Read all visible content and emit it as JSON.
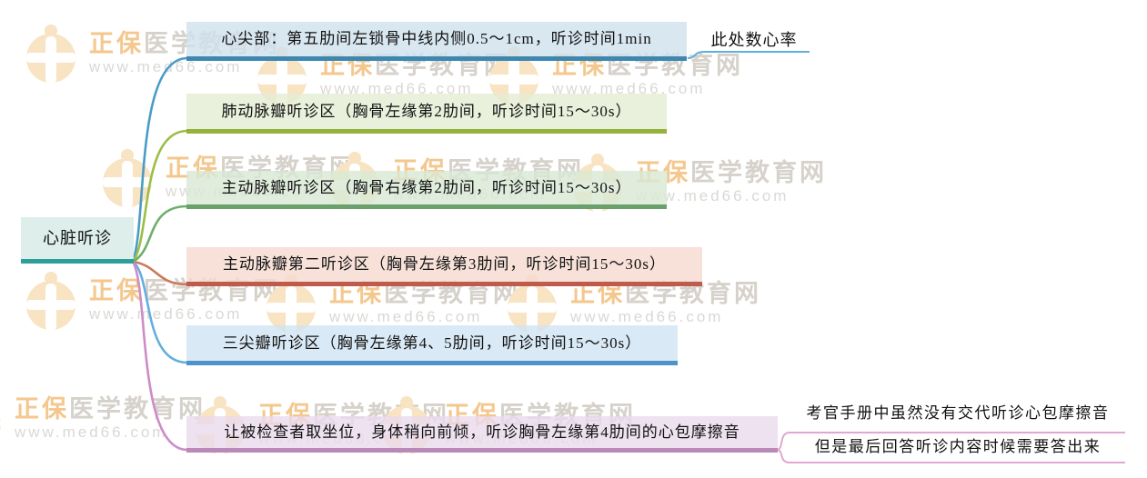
{
  "root": {
    "label": "心脏听诊",
    "accent": "#2d9e9a"
  },
  "branches": [
    {
      "id": "apex",
      "label": "心尖部：第五肋间左锁骨中线内侧0.5～1cm，听诊时间1min",
      "accent": "#3e87b0",
      "note": "此处数心率"
    },
    {
      "id": "pulmonary-valve",
      "label": "肺动脉瓣听诊区（胸骨左缘第2肋间，听诊时间15～30s）",
      "accent": "#95b23d"
    },
    {
      "id": "aortic-valve",
      "label": "主动脉瓣听诊区（胸骨右缘第2肋间，听诊时间15～30s）",
      "accent": "#69a06b"
    },
    {
      "id": "aortic-second-area",
      "label": "主动脉瓣第二听诊区（胸骨左缘第3肋间，听诊时间15～30s）",
      "accent": "#bf5b4d"
    },
    {
      "id": "tricuspid-valve",
      "label": "三尖瓣听诊区（胸骨左缘第4、5肋间，听诊时间15～30s）",
      "accent": "#4e94c8"
    },
    {
      "id": "pericardial-friction-rub",
      "label": "让被检查者取坐位，身体稍向前倾，听诊胸骨左缘第4肋间的心包摩擦音",
      "accent": "#b98ab8",
      "notes": [
        "考官手册中虽然没有交代听诊心包摩擦音",
        "但是最后回答听诊内容时候需要答出来"
      ]
    }
  ],
  "watermark": {
    "brand_highlight": "正保",
    "brand_rest": "医学教育网",
    "url": "www.med66.com"
  }
}
